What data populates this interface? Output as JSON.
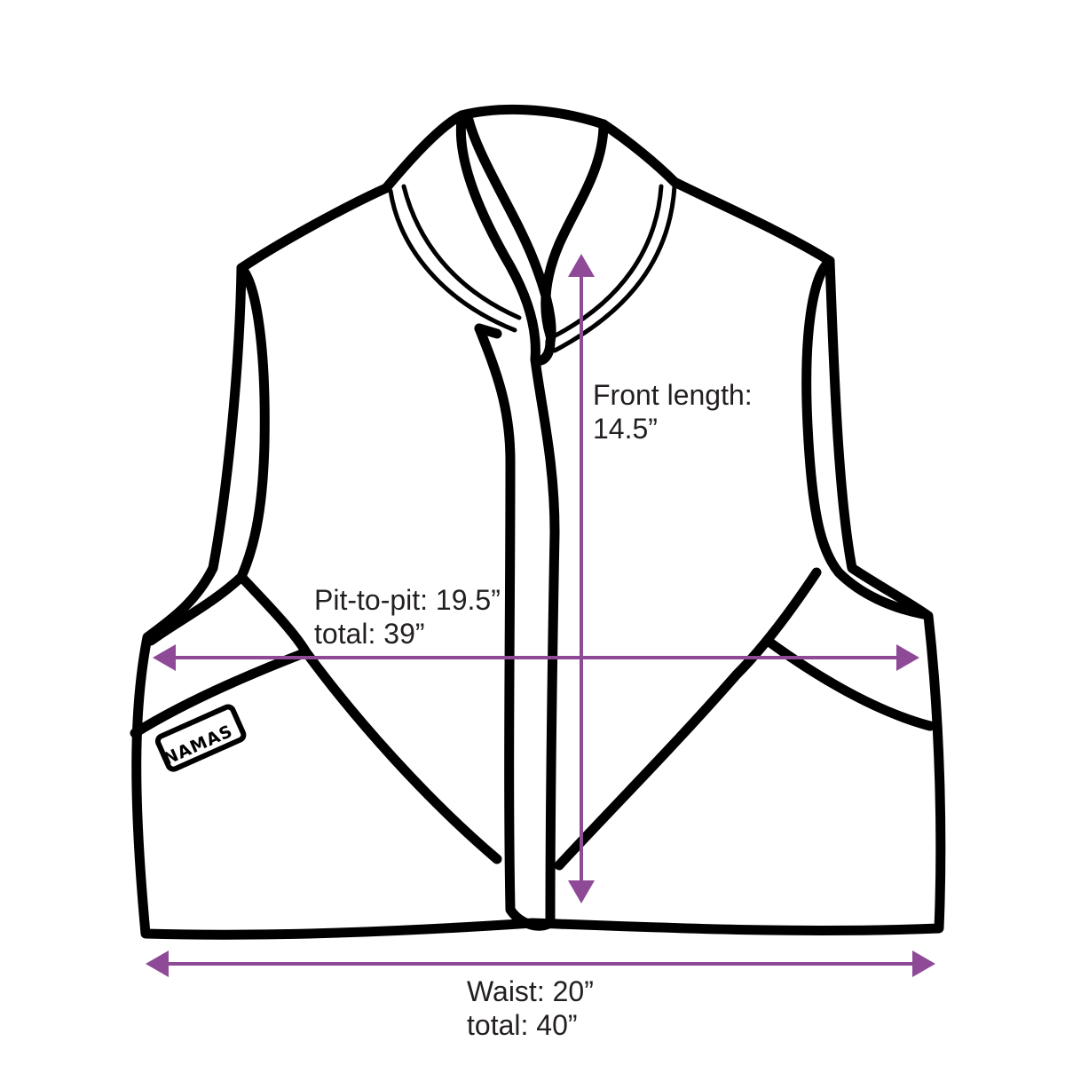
{
  "measurements": {
    "front_length": {
      "line1": "Front length:",
      "line2": "14.5”"
    },
    "pit_to_pit": {
      "line1": "Pit-to-pit: 19.5”",
      "line2": "total: 39”"
    },
    "waist": {
      "line1": "Waist: 20”",
      "line2": "total: 40”"
    }
  },
  "brand_tag": {
    "text": "NAMAS"
  },
  "colors": {
    "outline": "#000000",
    "arrow": "#8e4a97",
    "text": "#231f20",
    "background": "#ffffff"
  },
  "icons": {
    "garment": "sleeveless-vest-illustration",
    "arrows": "double-headed-arrow"
  }
}
